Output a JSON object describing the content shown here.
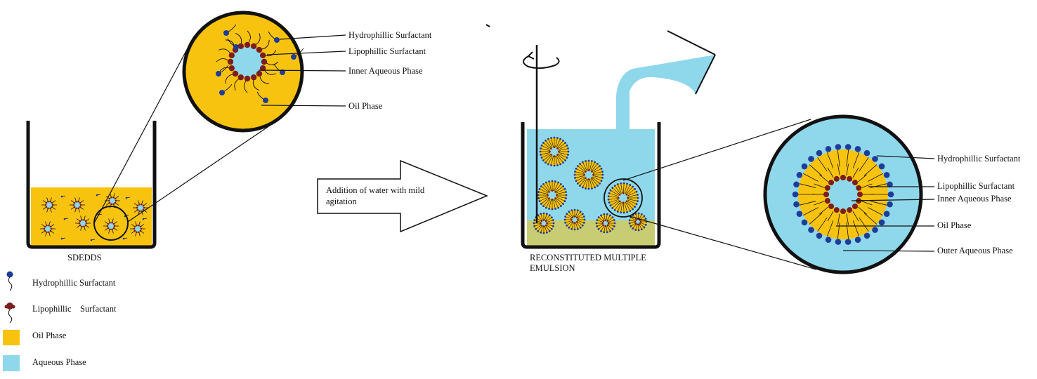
{
  "colors": {
    "oil": "#F7C30F",
    "aqueous": "#8FD8EC",
    "hydrophilic_head": "#1E3C9A",
    "lipophilic_head": "#7A1E1E",
    "stroke": "#111111"
  },
  "left_zoom_labels": {
    "hydrophilic": "Hydrophillic Surfactant",
    "lipophilic": "Lipophillic Surfactant",
    "inner_aqueous": "Inner Aqueous Phase",
    "oil": "Oil Phase"
  },
  "left_beaker_caption": "SDEDDS",
  "arrow_text": "Addition of water with mild agitation",
  "right_beaker_caption": "RECONSTITUTED MULTIPLE EMULSION",
  "right_zoom_labels": {
    "hydrophilic": "Hydrophillic Surfactant",
    "lipophilic": "Lipophillic Surfactant",
    "inner_aqueous": "Inner Aqueous Phase",
    "oil": "Oil Phase",
    "outer_aqueous": "Outer Aqueous Phase"
  },
  "legend": {
    "hydrophilic": "Hydrophillic Surfactant",
    "lipophilic": "Lipophillic    Surfactant",
    "oil": "Oil Phase",
    "aqueous": "Aqueous Phase"
  }
}
